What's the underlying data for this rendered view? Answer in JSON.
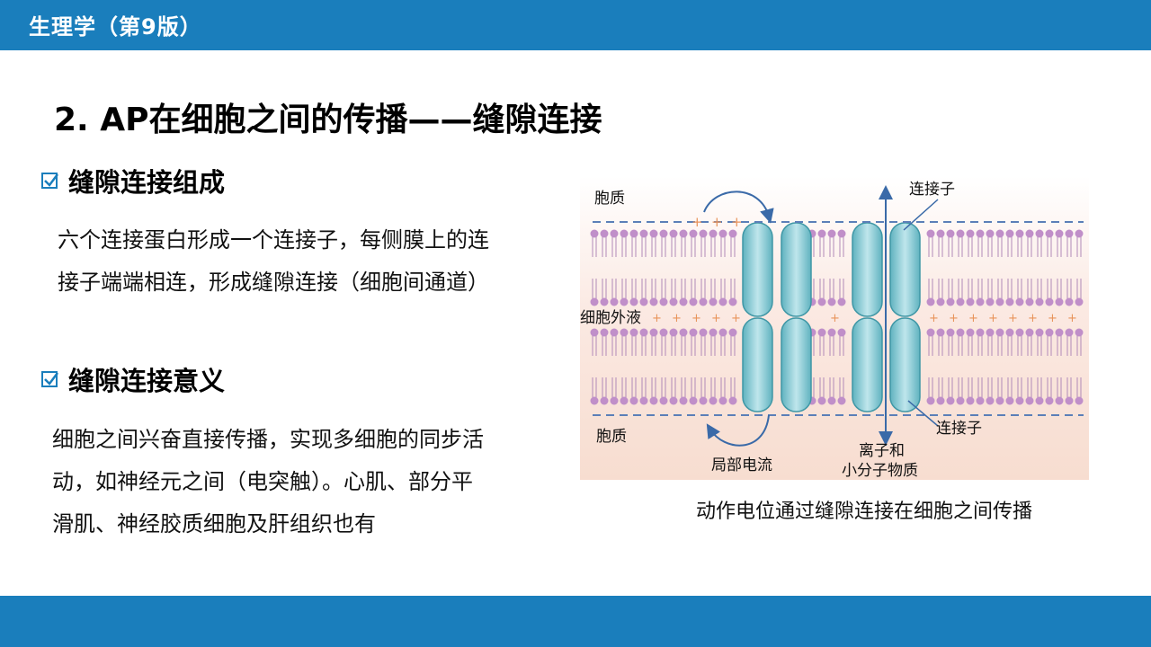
{
  "header": {
    "book_title": "生理学（第9版）"
  },
  "slide": {
    "title": "2. AP在细胞之间的传播——缝隙连接",
    "sections": [
      {
        "heading": "缝隙连接组成",
        "lines": [
          "六个连接蛋白形成一个连接子，每侧膜上的连",
          "接子端端相连，形成缝隙连接（细胞间通道）"
        ]
      },
      {
        "heading": "缝隙连接意义",
        "lines": [
          "细胞之间兴奋直接传播，实现多细胞的同步活",
          "动，如神经元之间（电突触）。心肌、部分平",
          "滑肌、神经胶质细胞及肝组织也有"
        ]
      }
    ]
  },
  "figure": {
    "labels": {
      "cytoplasm_top": "胞质",
      "connexon_top": "连接子",
      "extracellular": "细胞外液",
      "cytoplasm_bottom": "胞质",
      "connexon_bottom": "连接子",
      "local_current": "局部电流",
      "ions_line1": "离子和",
      "ions_line2": "小分子物质"
    },
    "caption": "动作电位通过缝隙连接在细胞之间传播",
    "colors": {
      "membrane": "#c08fc9",
      "channel": "#8fcdd6",
      "arrow": "#3a6aa8",
      "plus": "#e8935a"
    }
  }
}
